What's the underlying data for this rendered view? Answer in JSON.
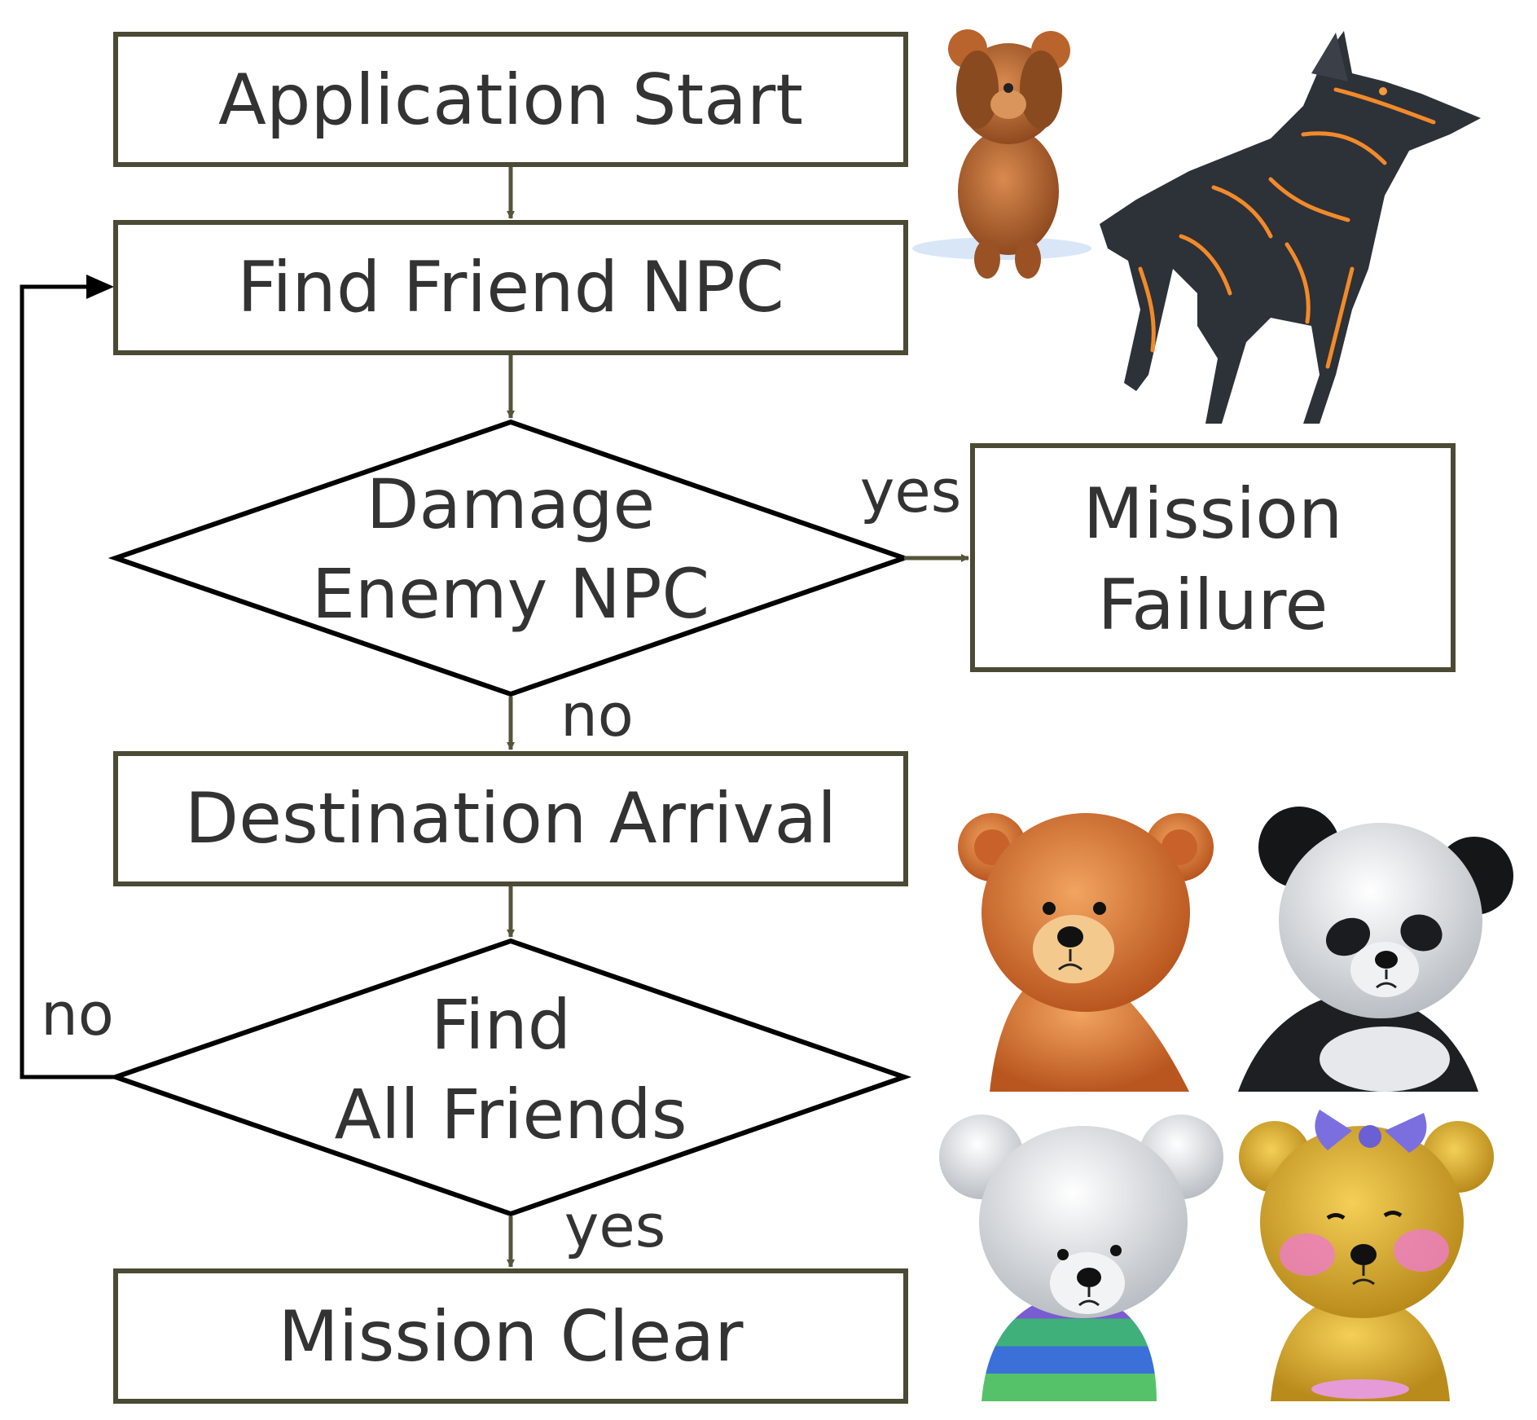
{
  "flowchart": {
    "nodes": {
      "app_start": "Application Start",
      "find_friend": "Find Friend NPC",
      "damage_line1": "Damage",
      "damage_line2": "Enemy NPC",
      "mission_failure_line1": "Mission",
      "mission_failure_line2": "Failure",
      "destination_arrival": "Destination Arrival",
      "find_all_line1": "Find",
      "find_all_line2": "All Friends",
      "mission_clear": "Mission Clear"
    },
    "edge_labels": {
      "damage_yes": "yes",
      "damage_no": "no",
      "find_all_no": "no",
      "find_all_yes": "yes"
    }
  },
  "colors": {
    "box_border": "#4a4a35",
    "arrow_olive": "#55553a",
    "text": "#333333",
    "loop_line": "#000000"
  },
  "illustrations": {
    "enemy": [
      "brown-bear-covering-face",
      "black-wolf-with-orange-stripes"
    ],
    "friends": [
      "orange-teddy-bear",
      "panda-teddy-bear",
      "white-teddy-bear-striped-shirt",
      "yellow-teddy-bear-with-bow"
    ]
  }
}
